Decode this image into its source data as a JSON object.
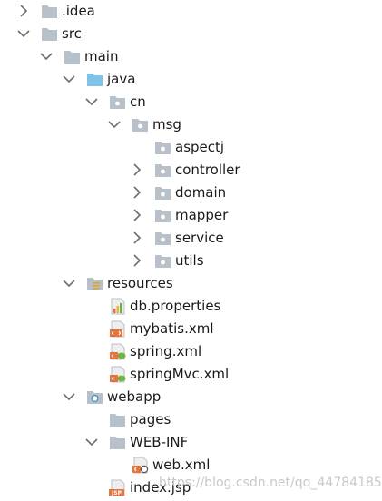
{
  "tree": {
    "items": [
      {
        "label": ".idea",
        "icon": "folder-icon",
        "expanded": false
      },
      {
        "label": "src",
        "icon": "folder-icon",
        "expanded": true
      },
      {
        "label": "main",
        "icon": "folder-icon",
        "expanded": true
      },
      {
        "label": "java",
        "icon": "source-folder-icon",
        "expanded": true
      },
      {
        "label": "cn",
        "icon": "package-icon",
        "expanded": true
      },
      {
        "label": "msg",
        "icon": "package-icon",
        "expanded": true
      },
      {
        "label": "aspectj",
        "icon": "package-icon",
        "expanded": null
      },
      {
        "label": "controller",
        "icon": "package-icon",
        "expanded": false
      },
      {
        "label": "domain",
        "icon": "package-icon",
        "expanded": false
      },
      {
        "label": "mapper",
        "icon": "package-icon",
        "expanded": false
      },
      {
        "label": "service",
        "icon": "package-icon",
        "expanded": false
      },
      {
        "label": "utils",
        "icon": "package-icon",
        "expanded": false
      },
      {
        "label": "resources",
        "icon": "resources-folder-icon",
        "expanded": true
      },
      {
        "label": "db.properties",
        "icon": "properties-file-icon",
        "expanded": null
      },
      {
        "label": "mybatis.xml",
        "icon": "xml-file-icon",
        "expanded": null
      },
      {
        "label": "spring.xml",
        "icon": "spring-xml-file-icon",
        "expanded": null
      },
      {
        "label": "springMvc.xml",
        "icon": "spring-xml-file-icon",
        "expanded": null
      },
      {
        "label": "webapp",
        "icon": "web-folder-icon",
        "expanded": true
      },
      {
        "label": "pages",
        "icon": "folder-icon",
        "expanded": null
      },
      {
        "label": "WEB-INF",
        "icon": "folder-icon",
        "expanded": true
      },
      {
        "label": "web.xml",
        "icon": "web-xml-file-icon",
        "expanded": null
      },
      {
        "label": "index.jsp",
        "icon": "jsp-file-icon",
        "expanded": null
      }
    ]
  },
  "watermark": "https://blog.csdn.net/qq_44784185",
  "colors": {
    "folder": "#b8c0c9",
    "source_folder": "#7fc3ea",
    "chevron": "#6e6e6e",
    "xml_badge": "#e8743b",
    "spring_leaf": "#6db33f"
  }
}
